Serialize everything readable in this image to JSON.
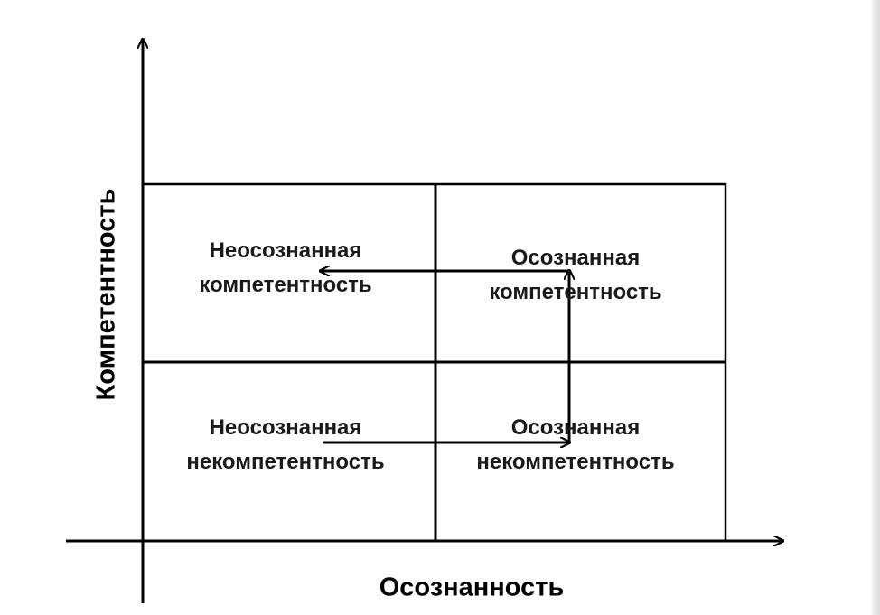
{
  "axes": {
    "x_label": "Осознанность",
    "y_label": "Компетентность"
  },
  "quadrants": {
    "top_left": "Неосознанная\nкомпетентность",
    "top_right": "Осознанная\nкомпетентность",
    "bottom_left": "Неосознанная\nнекомпетентность",
    "bottom_right": "Осознанная\nнекомпетентность"
  },
  "colors": {
    "line": "#000000",
    "text": "#1a1a1a",
    "background": "#ffffff"
  }
}
